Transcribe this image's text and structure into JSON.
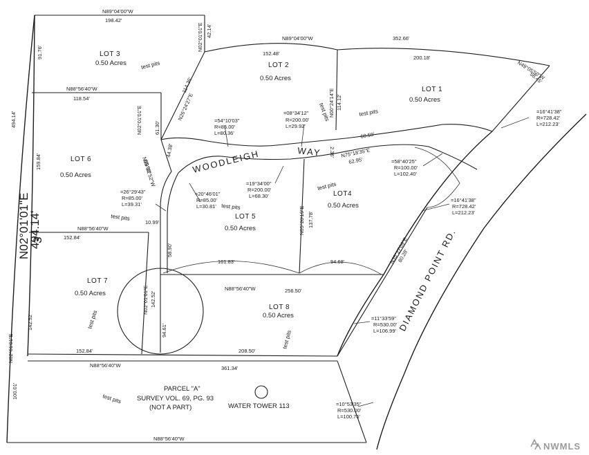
{
  "lots": [
    {
      "label": "LOT 1",
      "acres": "0.50 Acres"
    },
    {
      "label": "LOT 2",
      "acres": "0.50 Acres"
    },
    {
      "label": "LOT 3",
      "acres": "0.50 Acres"
    },
    {
      "label": "LOT4",
      "acres": "0.50 Acres"
    },
    {
      "label": "LOT 5",
      "acres": "0.50 Acres"
    },
    {
      "label": "LOT 6",
      "acres": "0.50 Acres"
    },
    {
      "label": "LOT 7",
      "acres": "0.50 Acres"
    },
    {
      "label": "LOT 8",
      "acres": "0.50 Acres"
    }
  ],
  "roads": {
    "woodleigh": "WOODLEIGH",
    "way": "WAY",
    "diamond_point": "DIAMOND POINT RD."
  },
  "parcel": {
    "name": "PARCEL \"A\"",
    "survey": "SURVEY VOL. 69, PG. 93",
    "note": "(NOT A PART)",
    "tower": "WATER TOWER 113"
  },
  "test_pits": "test pits",
  "bearings": {
    "n89_top": "N89°04'00\"W",
    "n89_mid": "N89°04'00\"W",
    "n88_a": "N88°56'40\"W",
    "n88_b": "N88°56'40\"W",
    "n88_c": "N88°56'40\"W",
    "n88_d": "N88°56'40\"W",
    "n88_e": "N88°56'40\"W",
    "n02_main": "N02°01'01\"E",
    "n02_lot6": "N02°01'01\"E",
    "n02_lot7": "N02°01'01\"E",
    "n02_top": "N02°01'01\"E",
    "n02_left": "N02°01'01\"E",
    "n26": "N26°24'27\"E",
    "n39": "N39°22'52\"W",
    "n00": "N00°24'14\"E",
    "n75": "N75°18'35\"E",
    "n05": "N05°20'19\"E",
    "n35": "N35°27'09\"E",
    "n49": "N49°05'50\"W"
  },
  "distances": {
    "d198": "198.42'",
    "d42": "42.14'",
    "d352": "352.66'",
    "d152_48": "152.48'",
    "d200": "200.18'",
    "d56": "56.45'",
    "d91": "91.76'",
    "d494": "494.14'",
    "d118": "118.54'",
    "d61": "61.30'",
    "d159": "159.84'",
    "d114_36": "114.36'",
    "d114_12": "114.12'",
    "d65": "65.98'",
    "d44": "44.38'",
    "d60": "60.59'",
    "d62": "62.95'",
    "d2_36": "2.36'",
    "d137": "137.78'",
    "d152_84a": "152.84'",
    "d10": "10.99'",
    "d58": "58.90'",
    "d161": "161.83'",
    "d94_68": "94.68'",
    "d80": "80.28'",
    "d256": "256.50'",
    "d142_52a": "142.52'",
    "d142_52b": "142.52'",
    "d94_61": "94.61'",
    "d152_84b": "152.84'",
    "d208": "208.50'",
    "d361": "361.34'",
    "d100": "100.01'",
    "overlay1": "494.14'",
    "overlay2": "3"
  },
  "curves": {
    "c54": {
      "delta": "=54°10'03\"",
      "r": "R=85.00'",
      "l": "L=80.36'"
    },
    "c08": {
      "delta": "=08°34'12\"",
      "r": "R=200.00'",
      "l": "L=29.92'"
    },
    "c16a": {
      "delta": "=16°41'38\"",
      "r": "R=728.42'",
      "l": "L=212.23'"
    },
    "c58": {
      "delta": "=58°40'25\"",
      "r": "R=100.00'",
      "l": "L=102.40'"
    },
    "c26": {
      "delta": "=26°29'43\"",
      "r": "R=85.00'",
      "l": "L=39.31'"
    },
    "c20": {
      "delta": "=20°46'01\"",
      "r": "R=85.00'",
      "l": "L=30.81'"
    },
    "c19": {
      "delta": "=19°34'00\"",
      "r": "R=200.00'",
      "l": "L=68.30'"
    },
    "c16b": {
      "delta": "=16°41'38\"",
      "r": "R=728.42'",
      "l": "L=212.23'"
    },
    "c11": {
      "delta": "=11°33'59\"",
      "r": "R=530.00'",
      "l": "L=106.99'"
    },
    "c10": {
      "delta": "=10°53'35\"",
      "r": "R=530.00'",
      "l": "L=100.76'"
    }
  },
  "watermark": "NWMLS"
}
